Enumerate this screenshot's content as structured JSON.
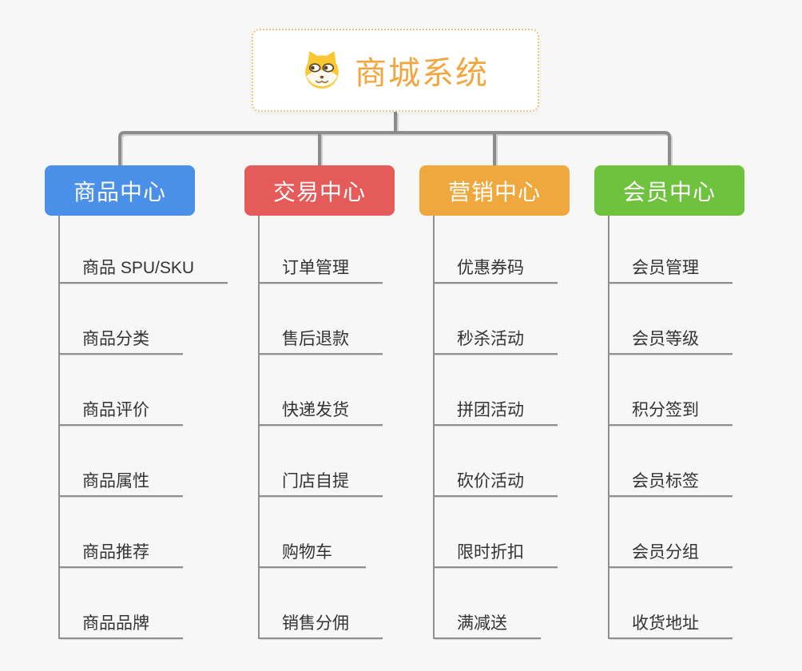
{
  "root": {
    "title": "商城系统",
    "icon": "dog-face-icon"
  },
  "branches": [
    {
      "label": "商品中心",
      "color": "#4A8FE8",
      "children": [
        "商品 SPU/SKU",
        "商品分类",
        "商品评价",
        "商品属性",
        "商品推荐",
        "商品品牌"
      ]
    },
    {
      "label": "交易中心",
      "color": "#E55B5A",
      "children": [
        "订单管理",
        "售后退款",
        "快递发货",
        "门店自提",
        "购物车",
        "销售分佣"
      ]
    },
    {
      "label": "营销中心",
      "color": "#EFA83D",
      "children": [
        "优惠券码",
        "秒杀活动",
        "拼团活动",
        "砍价活动",
        "限时折扣",
        "满减送"
      ]
    },
    {
      "label": "会员中心",
      "color": "#6FC23D",
      "children": [
        "会员管理",
        "会员等级",
        "积分签到",
        "会员标签",
        "会员分组",
        "收货地址"
      ]
    }
  ],
  "colors": {
    "root_accent": "#F1A63F",
    "root_border": "#F6C27E",
    "connector": "#8C8C8C",
    "connector_highlight": "#CFCFCF",
    "child_line": "#8F8F8F",
    "child_text": "#333333",
    "background": "#F7F7F7",
    "icon_yellow": "#FBC833"
  }
}
